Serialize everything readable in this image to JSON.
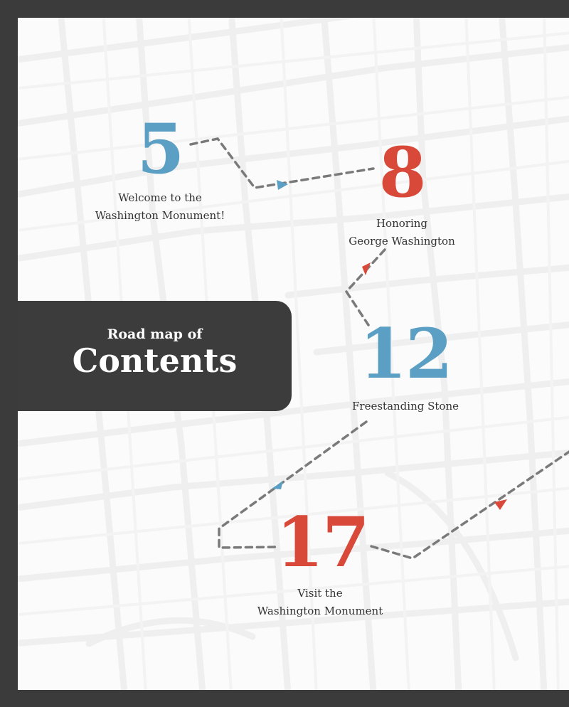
{
  "title": {
    "small": "Road map of",
    "big": "Contents"
  },
  "colors": {
    "blue": "#5b9fc4",
    "red": "#d9493a",
    "dark": "#3c3c3c",
    "route": "#7a7a7a"
  },
  "stops": [
    {
      "page": "5",
      "line1": "Welcome to the",
      "line2": "Washington Monument!",
      "color": "blue"
    },
    {
      "page": "8",
      "line1": "Honoring",
      "line2": "George Washington",
      "color": "red"
    },
    {
      "page": "12",
      "line1": "Freestanding Stone",
      "line2": "",
      "color": "blue"
    },
    {
      "page": "17",
      "line1": "Visit the",
      "line2": "Washington Monument",
      "color": "red"
    }
  ]
}
